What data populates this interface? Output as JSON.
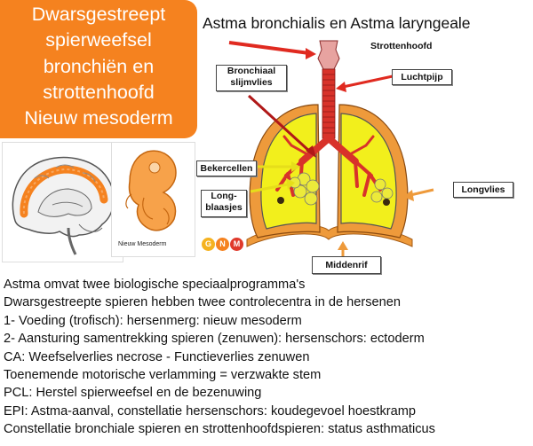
{
  "header": {
    "box_lines": [
      "Dwarsgestreept",
      "spierweefsel",
      "bronchiën en",
      "strottenhoofd",
      "Nieuw mesoderm"
    ],
    "title": "Astma bronchialis en Astma laryngeale"
  },
  "figure": {
    "embryo_caption": "Nieuw Mesoderm",
    "gnm_letters": [
      "G",
      "N",
      "M"
    ],
    "labels": {
      "strottenhoofd": "Strottenhoofd",
      "bronchiaal": [
        "Bronchiaal",
        "slijmvlies"
      ],
      "luchtpijp": "Luchtpijp",
      "bekercellen": "Bekercellen",
      "longblaasjes": [
        "Long-",
        "blaasjes"
      ],
      "longvlies": "Longvlies",
      "middenrif": "Middenrif"
    },
    "colors": {
      "orange": "#f5821f",
      "lung_yellow": "#f2ef1c",
      "trachea_red": "#d8322a",
      "pleura_orange": "#ee9a3b"
    }
  },
  "description": [
    "Astma omvat twee biologische speciaalprogramma's",
    "Dwarsgestreepte spieren hebben twee controlecentra in de hersenen",
    "1- Voeding (trofisch): hersenmerg: nieuw mesoderm",
    "2- Aansturing samentrekking spieren (zenuwen): hersenschors: ectoderm",
    "CA: Weefselverlies necrose - Functieverlies zenuwen",
    "Toenemende motorische verlamming = verzwakte stem",
    "PCL: Herstel spierweefsel en de bezenuwing",
    "EPI: Astma-aanval, constellatie hersenschors: koudegevoel hoestkramp",
    "Constellatie bronchiale spieren en strottenhoofdspieren: status asthmaticus"
  ]
}
